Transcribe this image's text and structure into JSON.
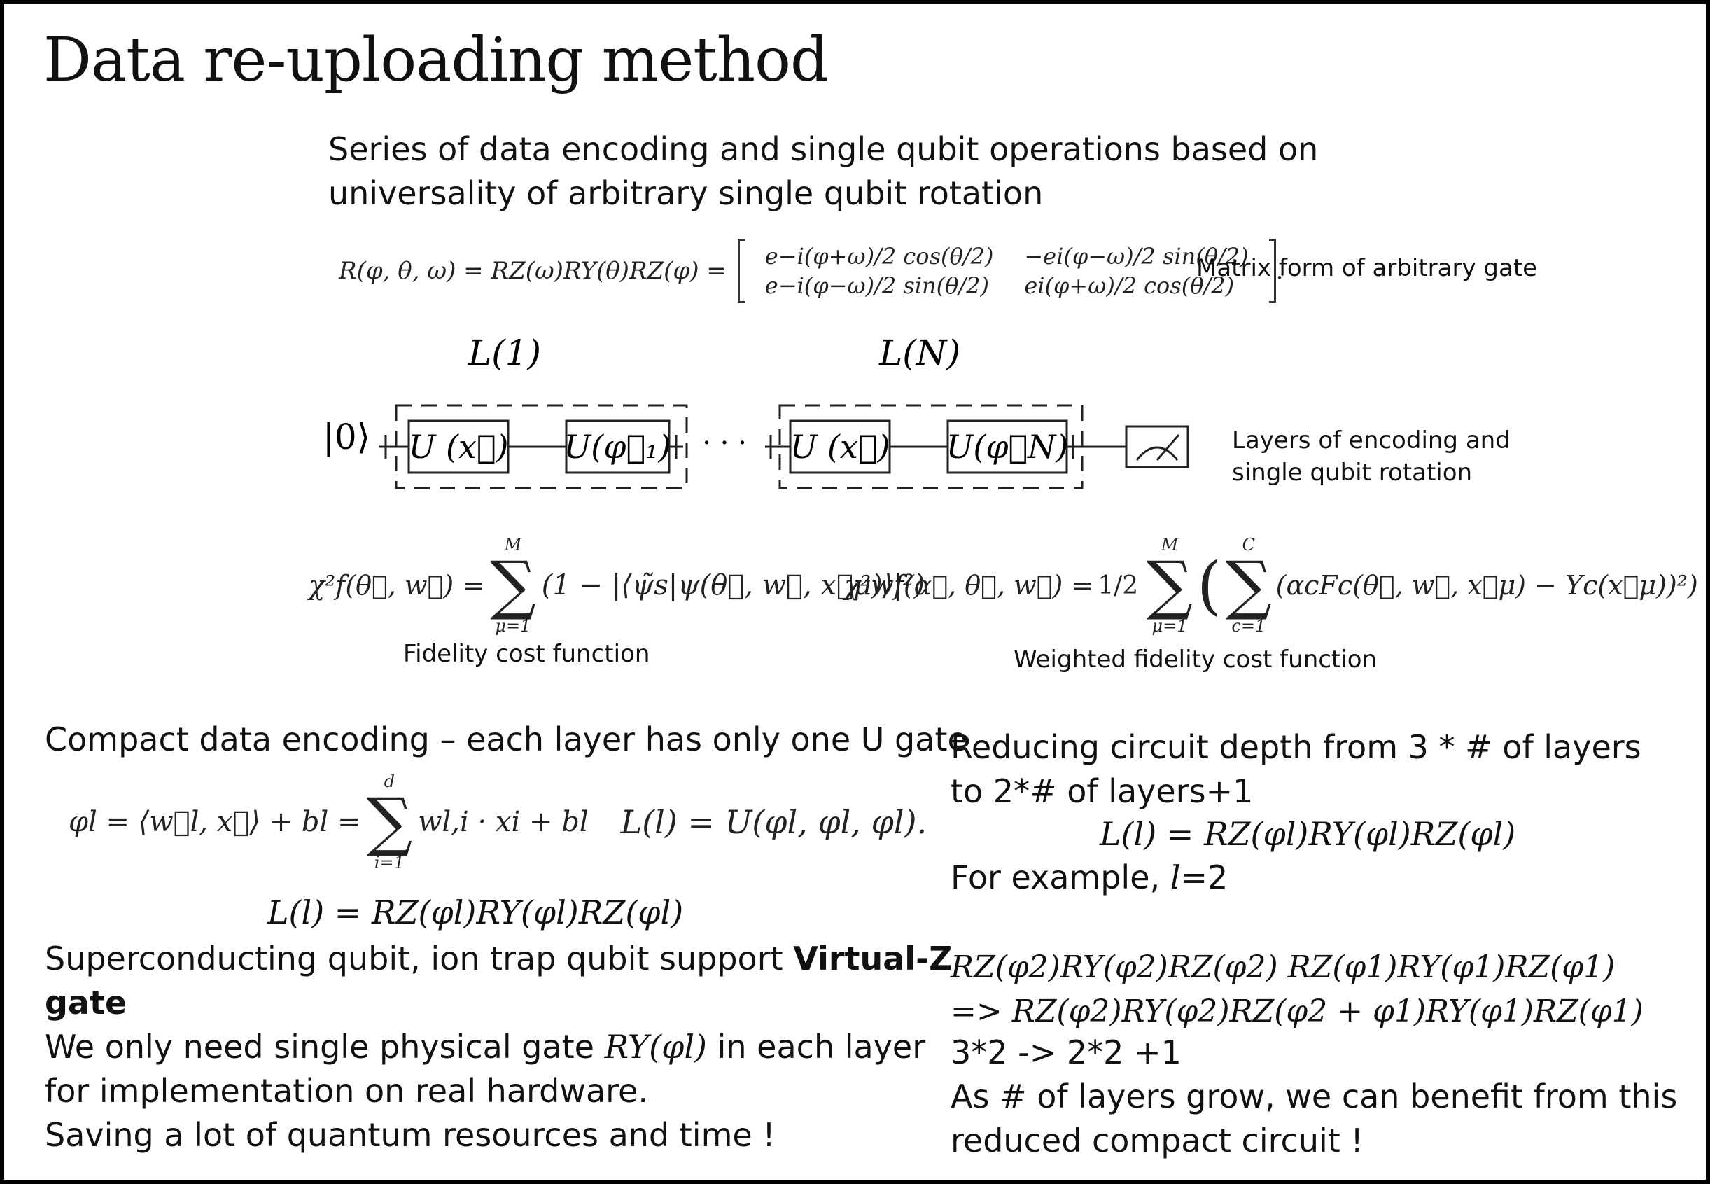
{
  "slide": {
    "title": "Data re-uploading method",
    "intro_line1": "Series of data encoding and single qubit operations based on",
    "intro_line2": "universality of arbitrary single qubit rotation",
    "matrix_equation": {
      "lhs": "R(φ, θ, ω) = RZ(ω)RY(θ)RZ(φ) =",
      "m11": "e−i(φ+ω)/2 cos(θ/2)",
      "m12": "−ei(φ−ω)/2 sin(θ/2)",
      "m21": "e−i(φ−ω)/2 sin(θ/2)",
      "m22": "ei(φ+ω)/2 cos(θ/2)",
      "trail": "."
    },
    "matrix_caption": "Matrix form of arbitrary gate",
    "circuit": {
      "label_first": "L(1)",
      "label_last": "L(N)",
      "ket": "|0⟩",
      "gate_u": "U (x⃗)",
      "gate_phi1": "U(φ⃗₁)",
      "gate_phiN": "U(φ⃗N)",
      "dots": "· · ·",
      "caption_line1": "Layers of encoding and",
      "caption_line2": "single qubit rotation"
    },
    "cost_functions": {
      "fidelity_lhs": "χ²f(θ⃗, w⃗) =",
      "fidelity_upper": "M",
      "fidelity_lower": "μ=1",
      "fidelity_rhs": "(1 − |⟨ψ̃s|ψ(θ⃗, w⃗, x⃗μ)⟩|²)",
      "fidelity_caption": "Fidelity cost function",
      "weighted_lhs": "χ²wf(α⃗, θ⃗, w⃗) =",
      "weighted_half": "1/2",
      "weighted_upper": "M",
      "weighted_lower": "μ=1",
      "weighted_inner_upper": "C",
      "weighted_inner_lower": "c=1",
      "weighted_rhs": "(αcFc(θ⃗, w⃗, x⃗μ) − Yc(x⃗μ))²)",
      "weighted_caption": "Weighted fidelity cost function"
    },
    "left": {
      "heading": "Compact data encoding – each layer has only one U gate",
      "phi_eq_lhs": "φl = ⟨w⃗l, x⃗⟩ + bl =",
      "phi_sum_upper": "d",
      "phi_sum_lower": "i=1",
      "phi_eq_rhs": "wl,i · xi + bl",
      "layer_eq": "L(l) = U(φl, φl, φl).",
      "rz_eq": "L(l) = RZ(φl)RY(φl)RZ(φl)",
      "line1_prefix": "Superconducting qubit, ion trap qubit support ",
      "line1_bold": "Virtual-Z",
      "line2_bold": "gate",
      "line3_prefix": "We only need single physical gate ",
      "line3_math": "RY(φl)",
      "line3_suffix": "  in each layer",
      "line4": "for implementation on real hardware.",
      "line5": "Saving a lot of quantum resources and time !"
    },
    "right": {
      "line1": "Reducing circuit depth from 3 * # of layers",
      "line2": "to 2*# of layers+1",
      "rz_eq": "L(l) = RZ(φl)RY(φl)RZ(φl)",
      "example_prefix": "For example, ",
      "example_math": "l",
      "example_suffix": "=2",
      "expansion1": "RZ(φ2)RY(φ2)RZ(φ2) RZ(φ1)RY(φ1)RZ(φ1)",
      "expansion2": "=> RZ(φ2)RY(φ2)RZ(φ2 + φ1)RY(φ1)RZ(φ1)",
      "count": "3*2 -> 2*2 +1",
      "closing1": "As # of layers grow, we can benefit from this",
      "closing2": "reduced compact circuit !"
    }
  }
}
